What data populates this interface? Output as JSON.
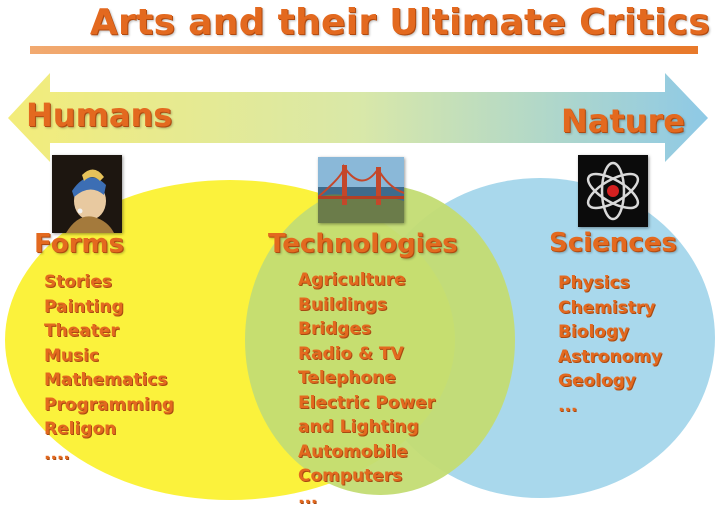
{
  "title": "Arts and their Ultimate Critics",
  "axis": {
    "left_label": "Humans",
    "right_label": "Nature"
  },
  "columns": [
    {
      "heading": "Forms",
      "image_icon": "girl-with-pearl-earring-painting",
      "items": [
        "Stories",
        "Painting",
        "Theater",
        "Music",
        "Mathematics",
        "Programming",
        "Religon",
        "...."
      ]
    },
    {
      "heading": "Technologies",
      "image_icon": "golden-gate-bridge-photo",
      "items": [
        "Agriculture",
        "Buildings",
        "Bridges",
        "Radio & TV",
        "Telephone",
        "Electric Power",
        "and Lighting",
        "Automobile",
        "Computers",
        "..."
      ]
    },
    {
      "heading": "Sciences",
      "image_icon": "atom-symbol",
      "items": [
        "Physics",
        "Chemistry",
        "Biology",
        "Astronomy",
        "Geology",
        "..."
      ]
    }
  ],
  "colors": {
    "text": "#e3691f",
    "title_rule": "#e8792a",
    "left_ellipse": "#fbf23c",
    "right_ellipse": "#a9d8ec",
    "arrow_left": "#f3ec7a",
    "arrow_right": "#8ec9e6"
  }
}
